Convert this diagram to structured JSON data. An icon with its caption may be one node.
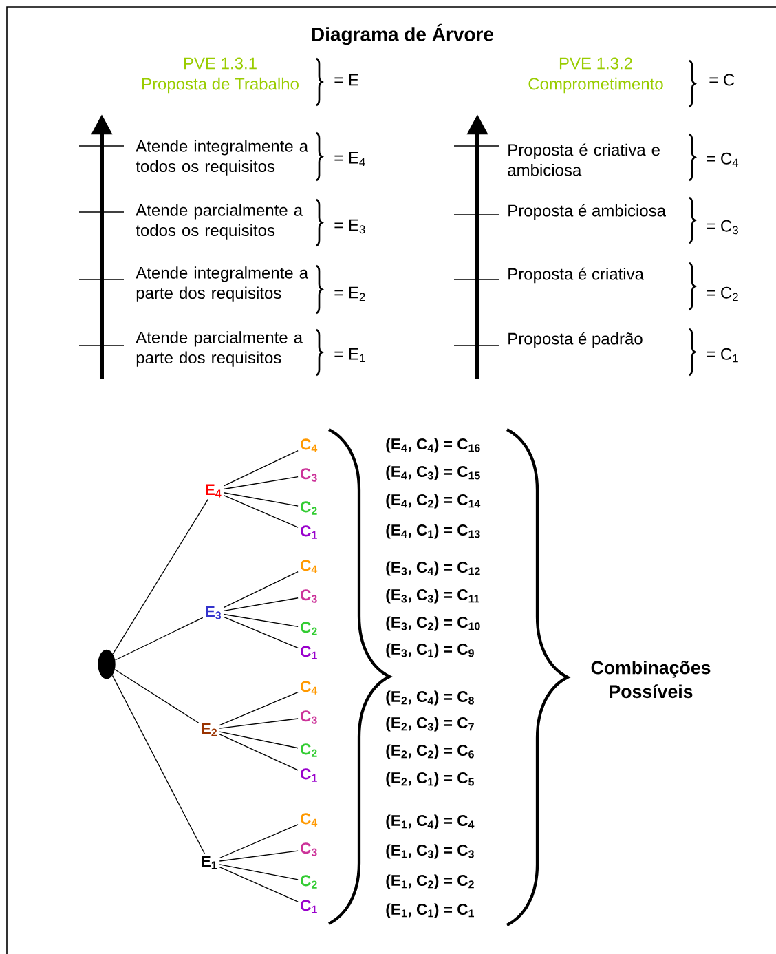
{
  "diagram": {
    "title": "Diagrama de Árvore",
    "nodes": [
      {
        "text": [],
        "shape": "circle"
      },
      {
        "text": [
          "E$_{4}$"
        ]
      },
      {
        "text": [
          "C$_{4}$"
        ]
      },
      {
        "text": [
          "C$_{3}$"
        ]
      },
      {
        "text": [
          "C$_{2}$"
        ]
      },
      {
        "text": [
          "C$_{1}$"
        ]
      },
      {
        "text": [
          "E$_{3}$"
        ]
      },
      {
        "text": [
          "C$_{4}$"
        ]
      },
      {
        "text": [
          "C$_{3}$"
        ]
      },
      {
        "text": [
          "C$_{2}$"
        ]
      },
      {
        "text": [
          "C$_{1}$"
        ]
      },
      {
        "text": [
          "E$_{2}$"
        ]
      },
      {
        "text": [
          "C$_{4}$"
        ]
      },
      {
        "text": [
          "C$_{3}$"
        ]
      },
      {
        "text": [
          "C$_{2}$"
        ]
      },
      {
        "text": [
          "C$_{1}$"
        ]
      },
      {
        "text": [
          "E$_{1}$"
        ]
      },
      {
        "text": [
          "C$_{4}$"
        ]
      },
      {
        "text": [
          "C$_{3}$"
        ]
      },
      {
        "text": [
          "C$_{2}$"
        ]
      },
      {
        "text": [
          "C$_{1}$"
        ]
      }
    ],
    "edges": [
      {
        "from": 0,
        "to": 1,
        "arrow": "none"
      },
      {
        "from": 0,
        "to": 6,
        "arrow": "none"
      },
      {
        "from": 0,
        "to": 11,
        "arrow": "none"
      },
      {
        "from": 0,
        "to": 16,
        "arrow": "none"
      },
      {
        "from": 1,
        "to": 2,
        "arrow": "none"
      },
      {
        "from": 1,
        "to": 3,
        "arrow": "none"
      },
      {
        "from": 1,
        "to": 4,
        "arrow": "none"
      },
      {
        "from": 1,
        "to": 5,
        "arrow": "none"
      },
      {
        "from": 6,
        "to": 7,
        "arrow": "none"
      },
      {
        "from": 6,
        "to": 8,
        "arrow": "none"
      },
      {
        "from": 6,
        "to": 9,
        "arrow": "none"
      },
      {
        "from": 6,
        "to": 10,
        "arrow": "none"
      },
      {
        "from": 11,
        "to": 12,
        "arrow": "none"
      },
      {
        "from": 11,
        "to": 13,
        "arrow": "none"
      },
      {
        "from": 11,
        "to": 14,
        "arrow": "none"
      },
      {
        "from": 11,
        "to": 15,
        "arrow": "none"
      },
      {
        "from": 16,
        "to": 17,
        "arrow": "none"
      },
      {
        "from": 16,
        "to": 18,
        "arrow": "none"
      },
      {
        "from": 16,
        "to": 19,
        "arrow": "none"
      },
      {
        "from": 16,
        "to": 20,
        "arrow": "none"
      }
    ],
    "labels": [
      "PVE 1.3.1",
      "Proposta de Trabalho",
      "= E",
      "PVE 1.3.2",
      "Comprometimento",
      "= C",
      "Atende integralmente a todos os requisitos",
      "= E$_{4}$",
      "Proposta é criativa e ambiciosa",
      "= C$_{4}$",
      "Atende parcialmente a todos os requisitos",
      "= E$_{3}$",
      "Proposta é ambiciosa",
      "= C$_{3}$",
      "Atende integralmente a parte dos requisitos",
      "= E$_{2}$",
      "Proposta é criativa",
      "= C$_{2}$",
      "Atende parcialmente a parte dos requisitos",
      "= E$_{1}$",
      "Proposta é padrão",
      "= C$_{1}$",
      "(E$_{4}$, C$_{4}$) = C$_{16}$",
      "(E$_{4}$, C$_{3}$) = C$_{15}$",
      "(E$_{4}$, C$_{2}$) = C$_{14}$",
      "(E$_{4}$, C$_{1}$) = C$_{13}$",
      "(E$_{3}$, C$_{4}$) = C$_{12}$",
      "(E$_{3}$, C$_{3}$) = C$_{11}$",
      "(E$_{3}$, C$_{2}$) = C$_{10}$",
      "(E$_{3}$, C$_{1}$) = C$_{9}$",
      "(E$_{2}$, C$_{4}$) = C$_{8}$",
      "(E$_{2}$, C$_{3}$) = C$_{7}$",
      "(E$_{2}$, C$_{2}$) = C$_{6}$",
      "(E$_{2}$, C$_{1}$) = C$_{5}$",
      "(E$_{1}$, C$_{4}$) = C$_{4}$",
      "(E$_{1}$, C$_{3}$) = C$_{3}$",
      "(E$_{1}$, C$_{2}$) = C$_{2}$",
      "(E$_{1}$, C$_{1}$) = C$_{1}$",
      "Combinações Possíveis"
    ]
  }
}
